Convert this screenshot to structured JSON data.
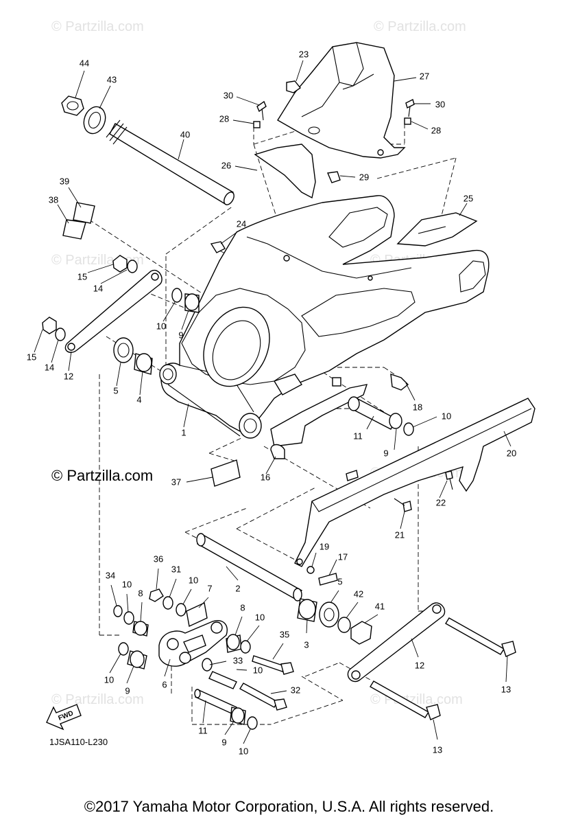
{
  "watermark_text": "© Partzilla.com",
  "main_watermark": "© Partzilla.com",
  "diagram_code": "1JSA110-L230",
  "fwd_label": "FWD",
  "copyright": "©2017 Yamaha Motor Corporation, U.S.A. All rights reserved.",
  "callouts": [
    {
      "id": "c44",
      "text": "44"
    },
    {
      "id": "c43",
      "text": "43"
    },
    {
      "id": "c40",
      "text": "40"
    },
    {
      "id": "c39",
      "text": "39"
    },
    {
      "id": "c38",
      "text": "38"
    },
    {
      "id": "c15a",
      "text": "15"
    },
    {
      "id": "c14a",
      "text": "14"
    },
    {
      "id": "c15b",
      "text": "15"
    },
    {
      "id": "c14b",
      "text": "14"
    },
    {
      "id": "c12a",
      "text": "12"
    },
    {
      "id": "c10a",
      "text": "10"
    },
    {
      "id": "c9a",
      "text": "9"
    },
    {
      "id": "c5a",
      "text": "5"
    },
    {
      "id": "c4",
      "text": "4"
    },
    {
      "id": "c1",
      "text": "1"
    },
    {
      "id": "c23",
      "text": "23"
    },
    {
      "id": "c27",
      "text": "27"
    },
    {
      "id": "c30a",
      "text": "30"
    },
    {
      "id": "c30b",
      "text": "30"
    },
    {
      "id": "c28a",
      "text": "28"
    },
    {
      "id": "c28b",
      "text": "28"
    },
    {
      "id": "c26",
      "text": "26"
    },
    {
      "id": "c29",
      "text": "29"
    },
    {
      "id": "c25",
      "text": "25"
    },
    {
      "id": "c24",
      "text": "24"
    },
    {
      "id": "c18",
      "text": "18"
    },
    {
      "id": "c10b",
      "text": "10"
    },
    {
      "id": "c11a",
      "text": "11"
    },
    {
      "id": "c9b",
      "text": "9"
    },
    {
      "id": "c20",
      "text": "20"
    },
    {
      "id": "c16",
      "text": "16"
    },
    {
      "id": "c37",
      "text": "37"
    },
    {
      "id": "c22",
      "text": "22"
    },
    {
      "id": "c21",
      "text": "21"
    },
    {
      "id": "c19",
      "text": "19"
    },
    {
      "id": "c17",
      "text": "17"
    },
    {
      "id": "c36",
      "text": "36"
    },
    {
      "id": "c34",
      "text": "34"
    },
    {
      "id": "c10c",
      "text": "10"
    },
    {
      "id": "c8a",
      "text": "8"
    },
    {
      "id": "c31",
      "text": "31"
    },
    {
      "id": "c10d",
      "text": "10"
    },
    {
      "id": "c7",
      "text": "7"
    },
    {
      "id": "c2",
      "text": "2"
    },
    {
      "id": "c5b",
      "text": "5"
    },
    {
      "id": "c42",
      "text": "42"
    },
    {
      "id": "c41",
      "text": "41"
    },
    {
      "id": "c8b",
      "text": "8"
    },
    {
      "id": "c10e",
      "text": "10"
    },
    {
      "id": "c35",
      "text": "35"
    },
    {
      "id": "c3",
      "text": "3"
    },
    {
      "id": "c10f",
      "text": "10"
    },
    {
      "id": "c33",
      "text": "33"
    },
    {
      "id": "c10g",
      "text": "10"
    },
    {
      "id": "c9c",
      "text": "9"
    },
    {
      "id": "c6",
      "text": "6"
    },
    {
      "id": "c32",
      "text": "32"
    },
    {
      "id": "c12b",
      "text": "12"
    },
    {
      "id": "c13a",
      "text": "13"
    },
    {
      "id": "c11b",
      "text": "11"
    },
    {
      "id": "c9d",
      "text": "9"
    },
    {
      "id": "c10h",
      "text": "10"
    },
    {
      "id": "c13b",
      "text": "13"
    }
  ]
}
